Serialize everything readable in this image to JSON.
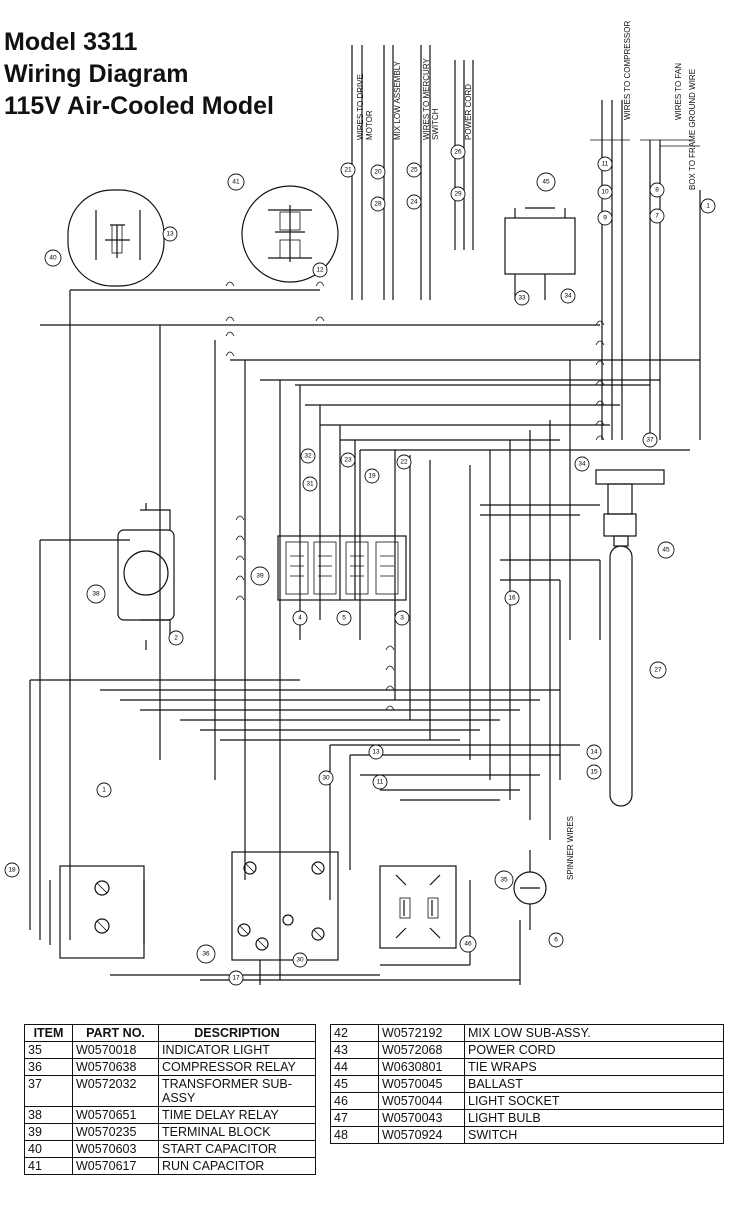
{
  "title": {
    "line1": "Model 3311",
    "line2": "Wiring Diagram",
    "line3": "115V Air-Cooled Model"
  },
  "top_labels": {
    "drive_motor_1": "WIRES TO DRIVE",
    "drive_motor_2": "MOTOR",
    "mix_low": "MIX LOW ASSEMBLY",
    "mercury_1": "WIRES TO MERCURY",
    "mercury_2": "SWITCH",
    "power_cord": "POWER CORD",
    "compressor": "WIRES TO COMPRESSOR",
    "fan": "WIRES TO FAN",
    "ground": "BOX TO FRAME GROUND WIRE",
    "spinner": "SPINNER WIRES"
  },
  "parts_table_left": {
    "headers": [
      "ITEM",
      "PART NO.",
      "DESCRIPTION"
    ],
    "rows": [
      [
        "35",
        "W0570018",
        "INDICATOR LIGHT"
      ],
      [
        "36",
        "W0570638",
        "COMPRESSOR RELAY"
      ],
      [
        "37",
        "W0572032",
        "TRANSFORMER SUB-ASSY"
      ],
      [
        "38",
        "W0570651",
        "TIME DELAY RELAY"
      ],
      [
        "39",
        "W0570235",
        "TERMINAL BLOCK"
      ],
      [
        "40",
        "W0570603",
        "START CAPACITOR"
      ],
      [
        "41",
        "W0570617",
        "RUN CAPACITOR"
      ]
    ]
  },
  "parts_table_right": {
    "rows": [
      [
        "42",
        "W0572192",
        "MIX LOW SUB-ASSY."
      ],
      [
        "43",
        "W0572068",
        "POWER CORD"
      ],
      [
        "44",
        "W0630801",
        "TIE WRAPS"
      ],
      [
        "45",
        "W0570045",
        "BALLAST"
      ],
      [
        "46",
        "W0570044",
        "LIGHT SOCKET"
      ],
      [
        "47",
        "W0570043",
        "LIGHT BULB"
      ],
      [
        "48",
        "W0570924",
        "SWITCH"
      ]
    ]
  },
  "callouts": [
    "40",
    "41",
    "12",
    "13",
    "21",
    "20",
    "25",
    "26",
    "24",
    "29",
    "28",
    "45",
    "33",
    "34",
    "11",
    "10",
    "9",
    "8",
    "7",
    "1",
    "34",
    "32",
    "23",
    "45",
    "37",
    "38",
    "31",
    "22",
    "19",
    "16",
    "14",
    "13",
    "15",
    "2",
    "39",
    "3",
    "5",
    "4",
    "6",
    "1",
    "17",
    "18",
    "36",
    "35",
    "27",
    "46",
    "30",
    "11",
    "30"
  ]
}
